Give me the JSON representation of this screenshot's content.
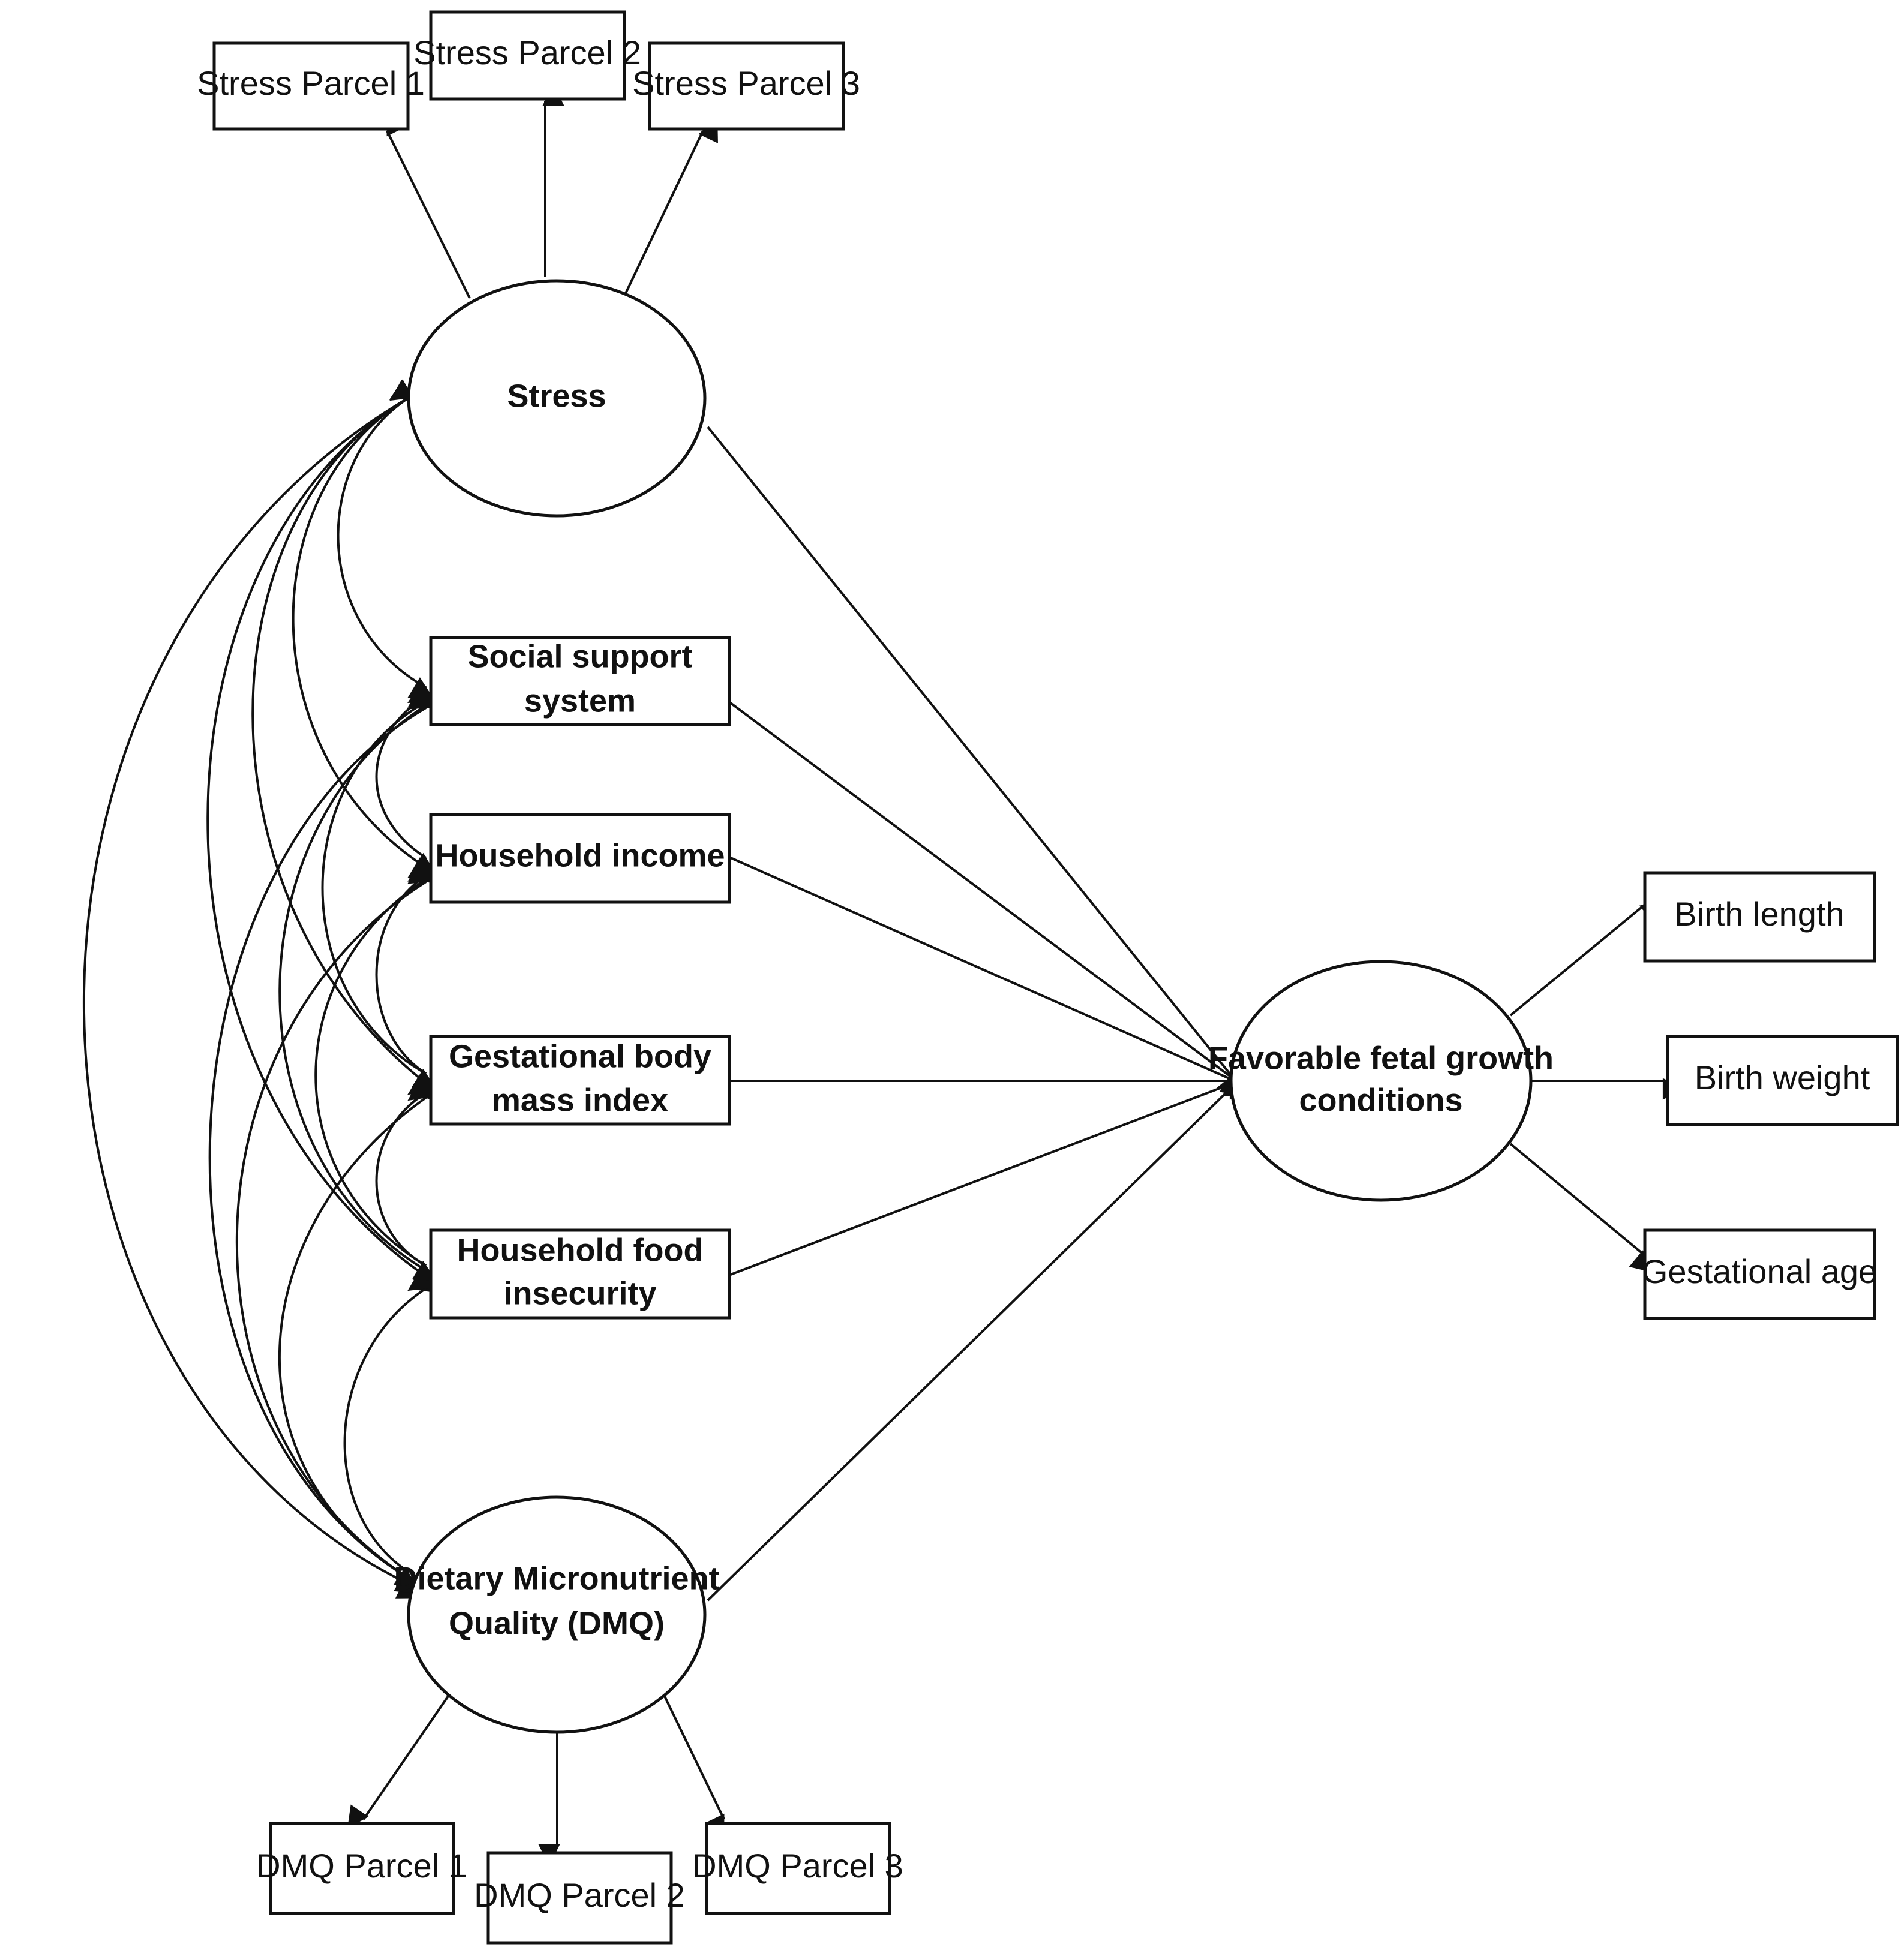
{
  "nodes": {
    "stress_parcel_1": "Stress Parcel 1",
    "stress_parcel_2": "Stress Parcel 2",
    "stress_parcel_3": "Stress Parcel 3",
    "stress": "Stress",
    "social_support": [
      "Social support",
      "system"
    ],
    "household_income": "Household income",
    "gestational_bmi": [
      "Gestational body",
      "mass index"
    ],
    "food_insecurity": [
      "Household food",
      "insecurity"
    ],
    "dmq": [
      "Dietary Micronutrient",
      "Quality (DMQ)"
    ],
    "favorable_fetal": [
      "Favorable fetal growth",
      "conditions"
    ],
    "birth_length": "Birth length",
    "birth_weight": "Birth weight",
    "gestational_age": "Gestational age",
    "dmq_parcel_1": "DMQ Parcel 1",
    "dmq_parcel_2": "DMQ Parcel 2",
    "dmq_parcel_3": "DMQ Parcel 3"
  }
}
